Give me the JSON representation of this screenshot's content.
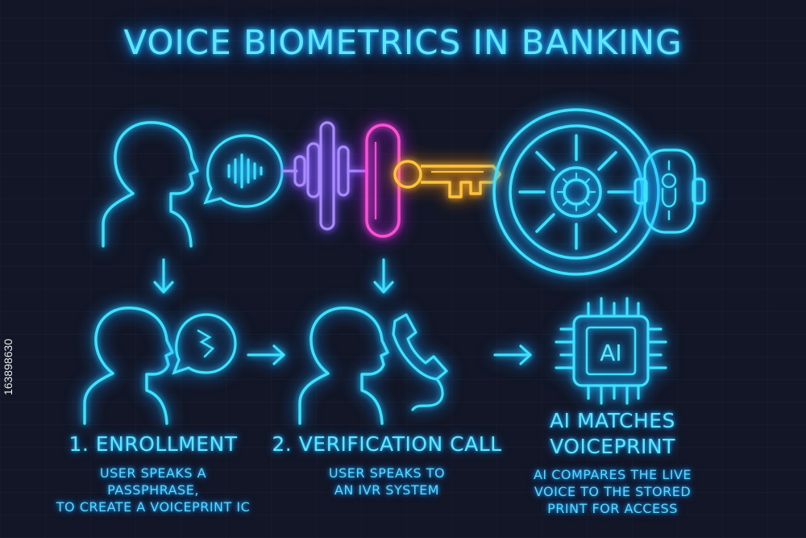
{
  "title": "VOICE BIOMETRICS IN BANKING",
  "steps": [
    {
      "title": "1. ENROLLMENT",
      "desc_lines": [
        "USER SPEAKS A",
        "PASSPHRASE,",
        "TO CREATE A VOICEPRINT IC"
      ]
    },
    {
      "title": "2. VERIFICATION CALL",
      "desc_lines": [
        "USER SPEAKS TO",
        "AN IVR SYSTEM"
      ]
    },
    {
      "title_lines": [
        "AI MATCHES",
        "VOICEPRINT"
      ],
      "desc_lines": [
        "AI COMPARES THE LIVE",
        "VOICE TO THE STORED",
        "PRINT FOR ACCESS"
      ]
    }
  ],
  "chip_label": "AI",
  "watermark": "163898630",
  "colors": {
    "cyan": "#3ee0ff",
    "pink": "#ff4fd8",
    "gold": "#ffc43a",
    "violet": "#8f7cff",
    "background": "#121626"
  },
  "icons": [
    "speaking-head-icon",
    "speech-bubble-waveform-icon",
    "sound-wave-icon",
    "key-icon",
    "vault-dial-icon",
    "lock-badge-icon",
    "down-arrow-icon",
    "right-arrow-icon",
    "phone-handset-icon",
    "ai-chip-icon"
  ]
}
